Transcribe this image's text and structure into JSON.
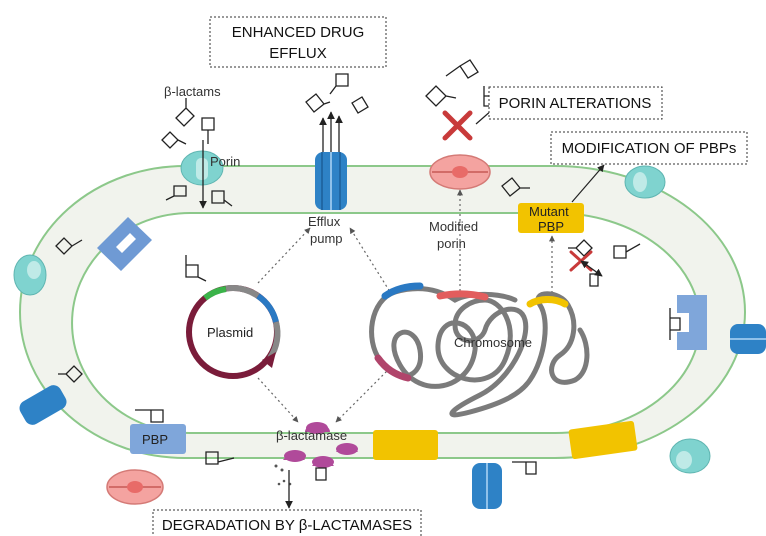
{
  "mechanism_boxes": {
    "efflux": [
      "ENHANCED DRUG",
      "EFFLUX"
    ],
    "porin": "PORIN ALTERATIONS",
    "pbp_mod": "MODIFICATION OF PBPs",
    "degradation": "DEGRADATION BY β-LACTAMASES"
  },
  "labels": {
    "beta_lactams": "β-lactams",
    "porin": "Porin",
    "efflux_pump": [
      "Efflux",
      "pump"
    ],
    "modified_porin": [
      "Modified",
      "porin"
    ],
    "mutant_pbp": [
      "Mutant",
      "PBP"
    ],
    "plasmid": "Plasmid",
    "chromosome": "Chromosome",
    "pbp": "PBP",
    "beta_lactamase": "β-lactamase"
  },
  "colors": {
    "membrane_line": "#8cc88a",
    "periplasm": "#f1f3ed",
    "porin": "#7fd3cf",
    "efflux": "#2e82c6",
    "modified_porin": "#f4a3a0",
    "pbp": "#7fa6da",
    "mutant_pbp": "#f2c300",
    "beta_lactamase": "#b04a9a",
    "plasmid": "#7a1c3a",
    "chromosome": "#7b7b7b",
    "cross": "#c83a3a"
  }
}
